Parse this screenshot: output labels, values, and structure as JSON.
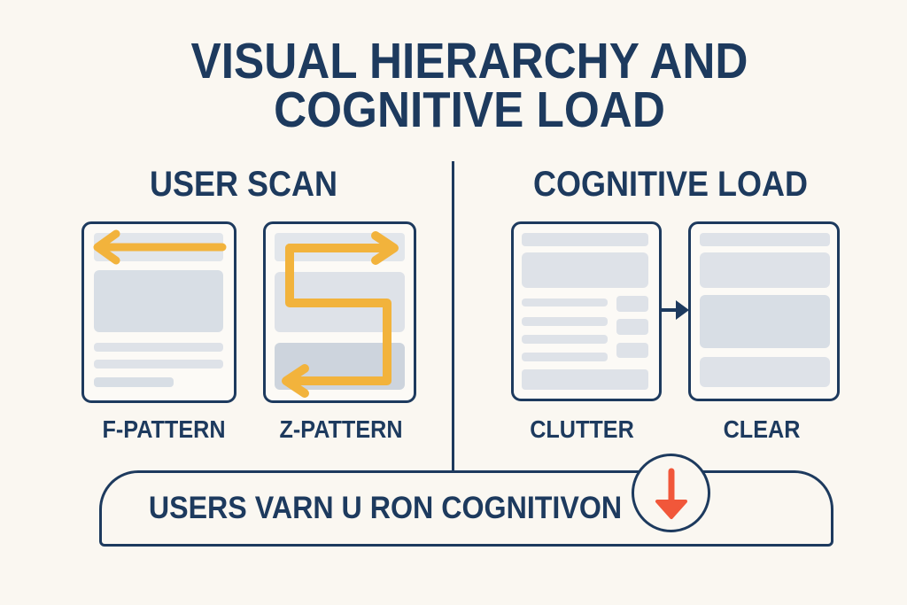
{
  "title": {
    "line1": "VISUAL HIERARCHY AND",
    "line2": "COGNITIVE LOAD"
  },
  "sections": {
    "left": {
      "header": "USER SCAN",
      "cards": [
        {
          "label": "F-PATTERN",
          "icon": "horizontal-scan-arrow-left"
        },
        {
          "label": "Z-PATTERN",
          "icon": "z-shaped-scan-path"
        }
      ]
    },
    "right": {
      "header": "COGNITIVE LOAD",
      "transition_icon": "arrow-right",
      "cards": [
        {
          "label": "CLUTTER",
          "wireframe": "dense-many-blocks"
        },
        {
          "label": "CLEAR",
          "wireframe": "simple-stacked-blocks"
        }
      ]
    }
  },
  "banner": {
    "text": "USERS VARN U RON COGNITIVON",
    "icon": "arrow-down-circle"
  },
  "colors": {
    "background": "#FAF7F1",
    "navy": "#1D3A5E",
    "card_background": "#FCFAF6",
    "placeholder_gray": "#DEE2E8",
    "placeholder_gray_dark": "#CDD4DD",
    "scan_arrow_yellow": "#F2B33C",
    "down_arrow_orange": "#F1573A"
  }
}
